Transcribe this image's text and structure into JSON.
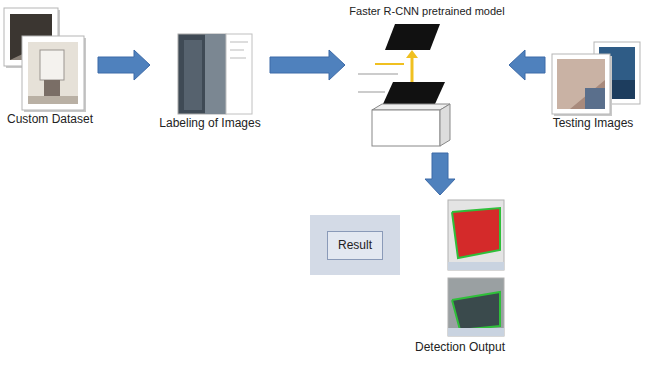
{
  "diagram": {
    "nodes": [
      {
        "text": [
          "Custom Dataset"
        ]
      },
      {
        "text": [
          "Labeling of Images"
        ]
      },
      {
        "text": [
          "Faster R-CNN pretrained model"
        ]
      },
      {
        "text": [
          "Testing Images"
        ]
      },
      {
        "text": [
          "Detection Output"
        ]
      },
      {
        "text": [
          "Result"
        ]
      }
    ],
    "edges": [
      {
        "from": 0,
        "to": 1,
        "arrow": "to"
      },
      {
        "from": 1,
        "to": 2,
        "arrow": "to"
      },
      {
        "from": 3,
        "to": 2,
        "arrow": "to"
      },
      {
        "from": 2,
        "to": 4,
        "arrow": "to"
      }
    ]
  }
}
